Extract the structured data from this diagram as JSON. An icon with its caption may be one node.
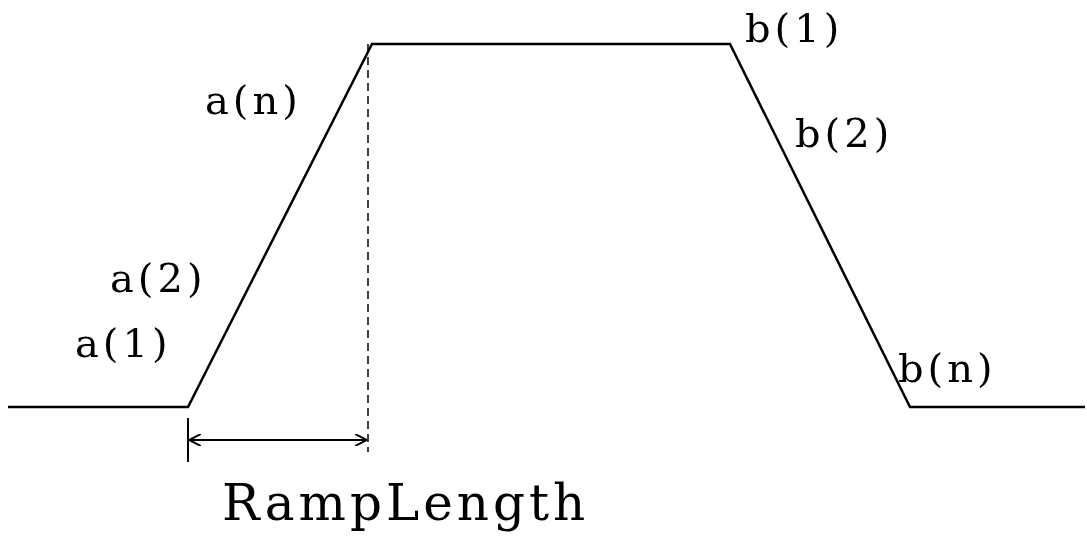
{
  "diagram": {
    "labels": [
      "b(1)",
      "a(n)",
      "b(2)",
      "a(2)",
      "a(1)",
      "b(n)",
      "RampLength"
    ]
  }
}
